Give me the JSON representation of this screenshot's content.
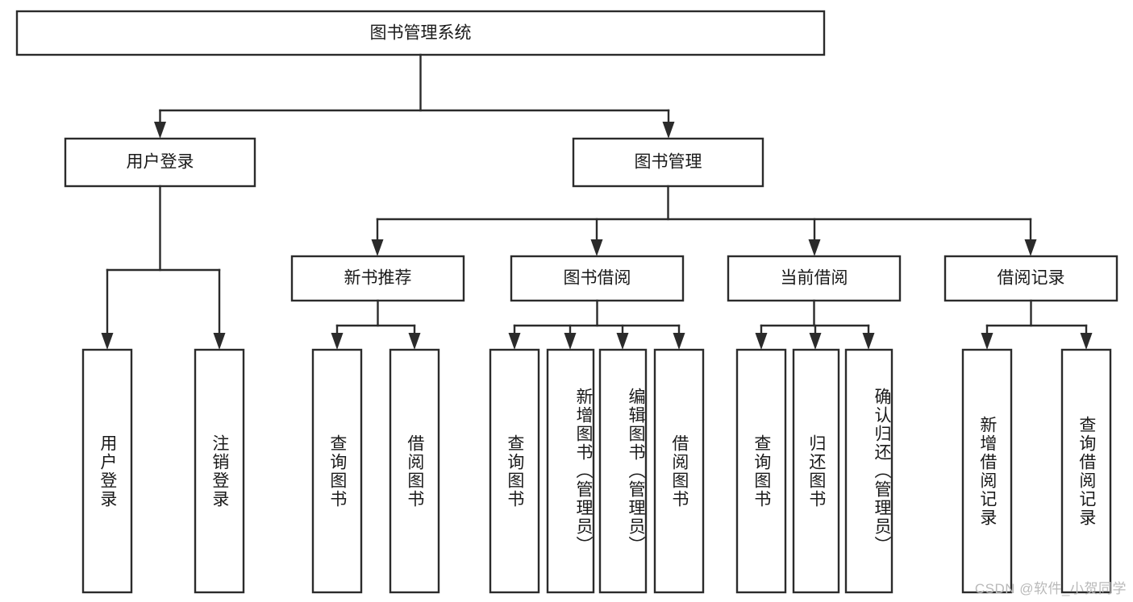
{
  "diagram": {
    "title": "图书管理系统",
    "type": "tree-hierarchy",
    "watermark": "CSDN @软件_小贺同学",
    "root": {
      "label": "图书管理系统",
      "orientation": "horizontal"
    },
    "level2": [
      {
        "label": "用户登录",
        "orientation": "horizontal"
      },
      {
        "label": "图书管理",
        "orientation": "horizontal"
      }
    ],
    "level3": [
      {
        "label": "新书推荐",
        "orientation": "horizontal"
      },
      {
        "label": "图书借阅",
        "orientation": "horizontal"
      },
      {
        "label": "当前借阅",
        "orientation": "horizontal"
      },
      {
        "label": "借阅记录",
        "orientation": "horizontal"
      }
    ],
    "leaves": {
      "user_login": [
        {
          "label": "用户登录",
          "orientation": "vertical"
        },
        {
          "label": "注销登录",
          "orientation": "vertical"
        }
      ],
      "new_book_recommend": [
        {
          "label": "查询图书",
          "orientation": "vertical"
        },
        {
          "label": "借阅图书",
          "orientation": "vertical"
        }
      ],
      "book_borrow": [
        {
          "label": "查询图书",
          "orientation": "vertical"
        },
        {
          "label": "新增图书（管理员）",
          "orientation": "vertical"
        },
        {
          "label": "编辑图书（管理员）",
          "orientation": "vertical"
        },
        {
          "label": "借阅图书",
          "orientation": "vertical"
        }
      ],
      "current_borrow": [
        {
          "label": "查询图书",
          "orientation": "vertical"
        },
        {
          "label": "归还图书",
          "orientation": "vertical"
        },
        {
          "label": "确认归还（管理员）",
          "orientation": "vertical"
        }
      ],
      "borrow_record": [
        {
          "label": "新增借阅记录",
          "orientation": "vertical"
        },
        {
          "label": "查询借阅记录",
          "orientation": "vertical"
        }
      ]
    },
    "colors": {
      "stroke": "#2b2b2b",
      "fill": "#ffffff",
      "text": "#1a1a1a",
      "watermark": "#b9b9b9"
    }
  }
}
